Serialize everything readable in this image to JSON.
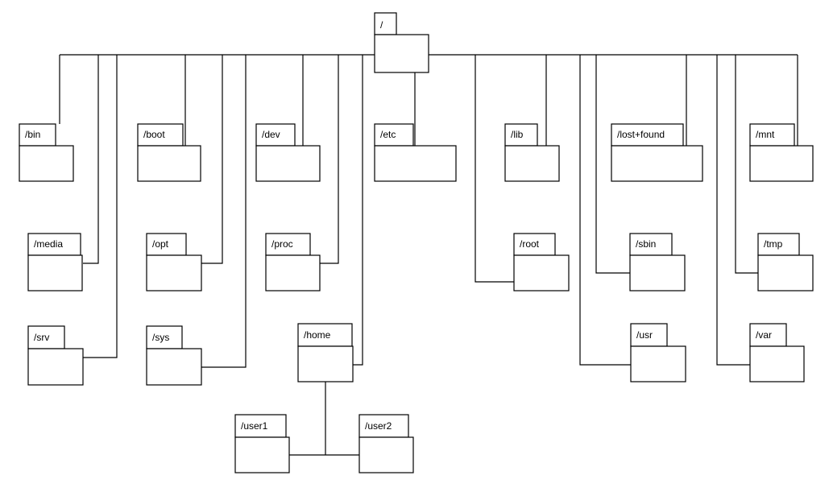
{
  "diagram": {
    "colors": {
      "line": "#000000",
      "background": "#ffffff"
    },
    "folders": {
      "root": "/",
      "bin": "/bin",
      "boot": "/boot",
      "dev": "/dev",
      "etc": "/etc",
      "lib": "/lib",
      "lost_found": "/lost+found",
      "mnt": "/mnt",
      "media": "/media",
      "opt": "/opt",
      "proc": "/proc",
      "root_dir": "/root",
      "sbin": "/sbin",
      "tmp": "/tmp",
      "srv": "/srv",
      "sys": "/sys",
      "home": "/home",
      "usr": "/usr",
      "var": "/var",
      "user1": "/user1",
      "user2": "/user2"
    }
  }
}
